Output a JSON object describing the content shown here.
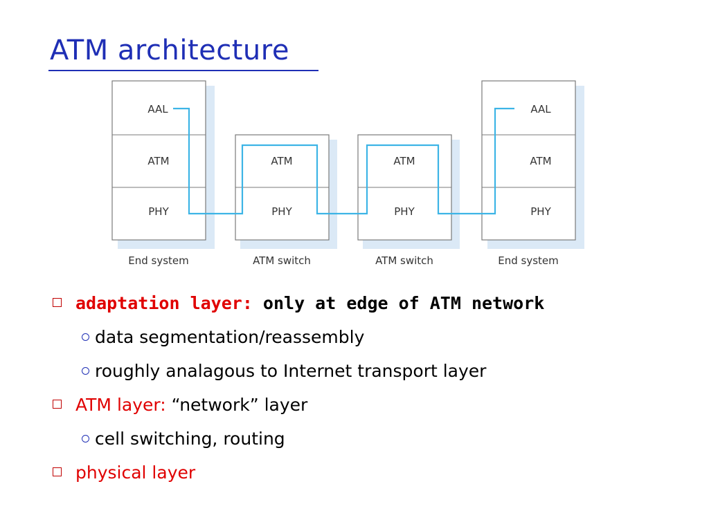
{
  "title": "ATM architecture",
  "diagram": {
    "columns": [
      {
        "label": "End system",
        "layers": [
          "AAL",
          "ATM",
          "PHY"
        ]
      },
      {
        "label": "ATM switch",
        "layers": [
          "ATM",
          "PHY"
        ]
      },
      {
        "label": "ATM switch",
        "layers": [
          "ATM",
          "PHY"
        ]
      },
      {
        "label": "End system",
        "layers": [
          "AAL",
          "ATM",
          "PHY"
        ]
      }
    ],
    "colors": {
      "link": "#3cb4e6",
      "shadow": "#dbe9f6",
      "box_border": "#7a7a7a"
    }
  },
  "bullets": [
    {
      "level": 1,
      "label": "adaptation layer:",
      "text": " only at edge of ATM network"
    },
    {
      "level": 2,
      "text": "data segmentation/reassembly"
    },
    {
      "level": 2,
      "text": "roughly analagous to Internet transport layer"
    },
    {
      "level": 1,
      "label": "ATM layer:",
      "text": " “network” layer"
    },
    {
      "level": 2,
      "text": "cell switching, routing"
    },
    {
      "level": 1,
      "label": "physical layer",
      "text": ""
    }
  ]
}
